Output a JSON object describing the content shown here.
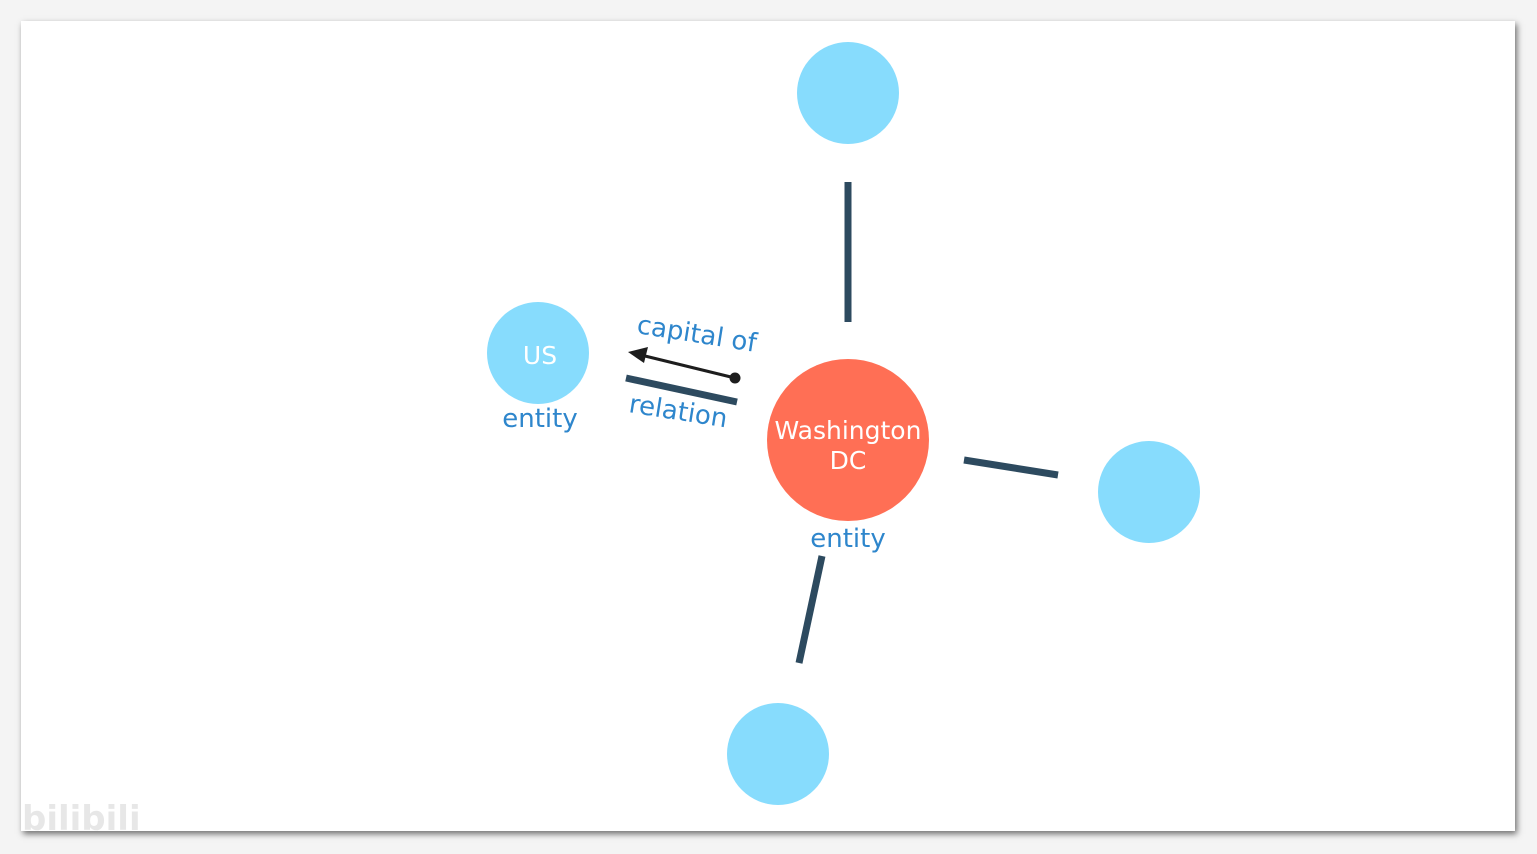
{
  "colors": {
    "peripheral_node": "#87dcfd",
    "center_node": "#ff6f55",
    "edge": "#2d4a5f",
    "label": "#2e86cc",
    "arrow": "#1d1d1d",
    "center_text": "#ffffff"
  },
  "nodes": {
    "us": {
      "label": "US",
      "type_label": "entity"
    },
    "center": {
      "label_line1": "Washington",
      "label_line2": "DC",
      "type_label": "entity"
    }
  },
  "relation": {
    "name": "capital of",
    "type_label": "relation"
  },
  "watermark": {
    "text": "bilibili"
  }
}
